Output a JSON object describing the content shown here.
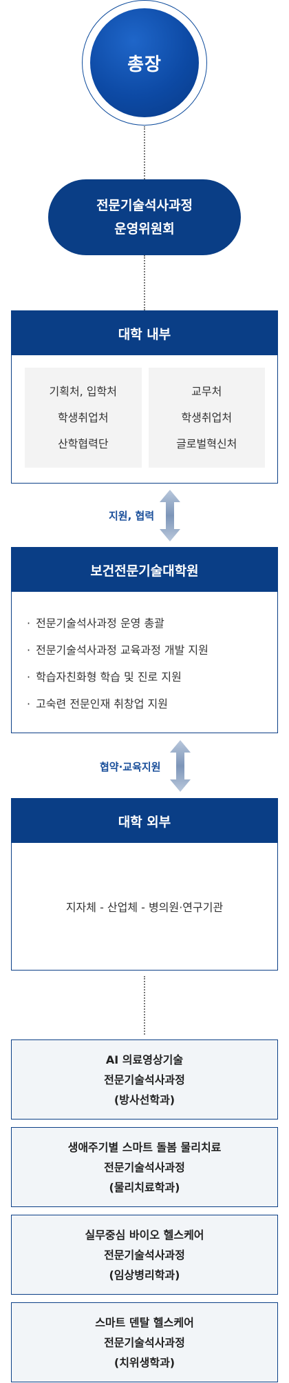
{
  "president": "총장",
  "committee": {
    "line1": "전문기술석사과정",
    "line2": "운영위원회"
  },
  "internal": {
    "title": "대학 내부",
    "left": [
      "기획처, 입학처",
      "학생취업처",
      "산학협력단"
    ],
    "right": [
      "교무처",
      "학생취업처",
      "글로벌혁신처"
    ]
  },
  "arrow1_label": "지원, 협력",
  "graduate": {
    "title": "보건전문기술대학원",
    "bullets": [
      "전문기술석사과정 운영 총괄",
      "전문기술석사과정 교육과정 개발 지원",
      "학습자친화형 학습 및 진로 지원",
      "고숙련 전문인재 취창업 지원"
    ]
  },
  "arrow2_label": "협약·교육지원",
  "external": {
    "title": "대학 외부",
    "body": "지자체 - 산업체 - 병의원·연구기관"
  },
  "programs": [
    {
      "line1": "AI 의료영상기술",
      "line2": "전문기술석사과정",
      "line3": "(방사선학과)"
    },
    {
      "line1": "생애주기별 스마트 돌봄 물리치료",
      "line2": "전문기술석사과정",
      "line3": "(물리치료학과)"
    },
    {
      "line1": "실무중심 바이오 헬스케어",
      "line2": "전문기술석사과정",
      "line3": "(임상병리학과)"
    },
    {
      "line1": "스마트 덴탈 헬스케어",
      "line2": "전문기술석사과정",
      "line3": "(치위생학과)"
    }
  ],
  "colors": {
    "primary": "#0a3e86",
    "circle": "#0d4aa5",
    "card_bg": "#f2f5f8"
  }
}
